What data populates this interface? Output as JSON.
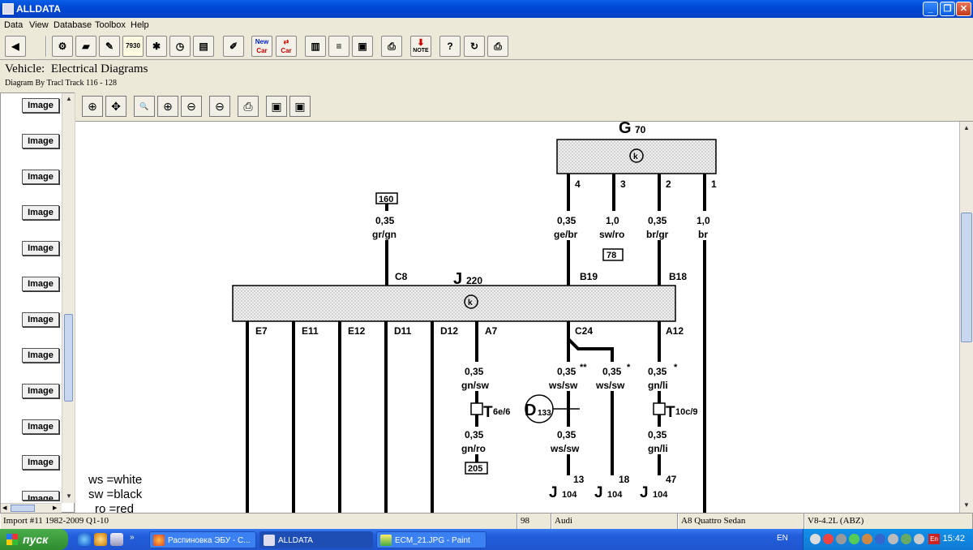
{
  "window": {
    "title": "ALLDATA"
  },
  "menu": [
    "Data",
    "View",
    "Database",
    "Toolbox",
    "Help"
  ],
  "toolbar": {
    "new_car_top": "New",
    "new_car_bottom": "Car",
    "note_label": "NOTE",
    "ohms_label": "7930"
  },
  "header": {
    "vehicle_prefix": "Vehicle:",
    "vehicle_title": "Electrical Diagrams",
    "diagram_by": "Diagram By Tracl  Track 116 - 128"
  },
  "left_panel": {
    "buttons": [
      "Image",
      "Image",
      "Image",
      "Image",
      "Image",
      "Image",
      "Image",
      "Image",
      "Image",
      "Image",
      "Image",
      "Image"
    ]
  },
  "diagram": {
    "g70": {
      "name": "G",
      "sub": "70",
      "pins": [
        "4",
        "3",
        "2",
        "1"
      ]
    },
    "j220": {
      "name": "J",
      "sub": "220"
    },
    "wire160": {
      "ref": "160",
      "gauge": "0,35",
      "color": "gr/gn",
      "conn": "C8"
    },
    "wires_top": [
      {
        "gauge": "0,35",
        "color": "ge/br",
        "conn": "B19"
      },
      {
        "gauge": "1,0",
        "color": "sw/ro",
        "ref": "78"
      },
      {
        "gauge": "0,35",
        "color": "br/gr",
        "conn": "B18"
      },
      {
        "gauge": "1,0",
        "color": "br"
      }
    ],
    "bottom_pins": [
      "E7",
      "E11",
      "E12",
      "D11",
      "D12",
      "A7",
      "C24",
      "A12"
    ],
    "a7": {
      "g1": "0,35",
      "c1": "gn/sw",
      "conn": "T",
      "conn_sub": "6e/6",
      "g2": "0,35",
      "c2": "gn/ro",
      "ref": "205"
    },
    "c24": {
      "g1": "0,35",
      "m1": "**",
      "c1": "ws/sw",
      "g2": "0,35",
      "m2": "*",
      "c2": "ws/sw",
      "g3": "0,35",
      "c3": "ws/sw",
      "splice": "D",
      "splice_sub": "133"
    },
    "a12": {
      "g1": "0,35",
      "m1": "*",
      "c1": "gn/li",
      "conn": "T",
      "conn_sub": "10c/9",
      "g2": "0,35",
      "c2": "gn/li"
    },
    "j104": [
      {
        "pin": "13",
        "name": "J",
        "sub": "104"
      },
      {
        "pin": "18",
        "name": "J",
        "sub": "104"
      },
      {
        "pin": "47",
        "name": "J",
        "sub": "104"
      }
    ],
    "legend": [
      "ws =white",
      "sw =black",
      "ro =red"
    ]
  },
  "status": {
    "import": "Import #11 1982-2009 Q1-10",
    "num": "98",
    "make": "Audi",
    "model": "A8 Quattro Sedan",
    "engine": "V8-4.2L (ABZ)"
  },
  "taskbar": {
    "start": "пуск",
    "tasks": [
      "Распиновка ЭБУ - С...",
      "ALLDATA",
      "ECM_21.JPG - Paint"
    ],
    "lang": "EN",
    "tray_lang": "En",
    "clock": "15:42"
  }
}
